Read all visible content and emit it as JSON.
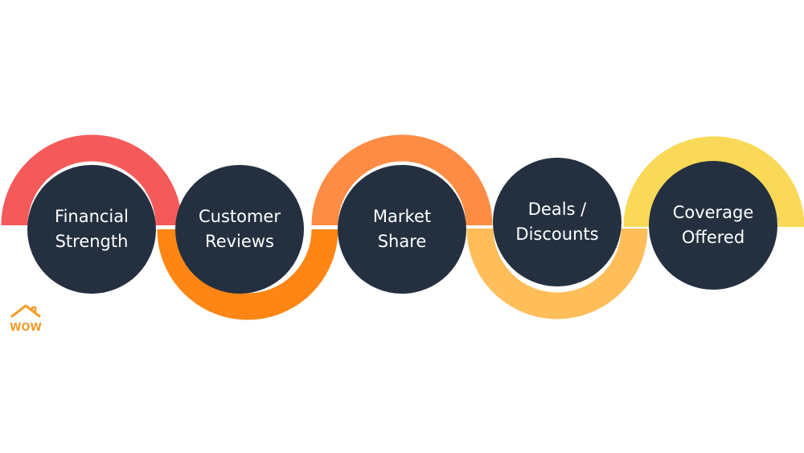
{
  "diagram": {
    "steps": [
      {
        "label": "Financial\nStrength",
        "arc_color": "#f55a5a",
        "arc_side": "top"
      },
      {
        "label": "Customer\nReviews",
        "arc_color": "#ff8514",
        "arc_side": "bottom"
      },
      {
        "label": "Market\nShare",
        "arc_color": "#ff8c45",
        "arc_side": "top"
      },
      {
        "label": "Deals /\nDiscounts",
        "arc_color": "#ffbe5a",
        "arc_side": "bottom"
      },
      {
        "label": "Coverage\nOffered",
        "arc_color": "#f9d957",
        "arc_side": "top"
      }
    ],
    "circle_color": "#243040",
    "text_color": "#ffffff"
  },
  "logo": {
    "text": "WOW",
    "color": "#f39c2a",
    "icon": "house-icon"
  }
}
